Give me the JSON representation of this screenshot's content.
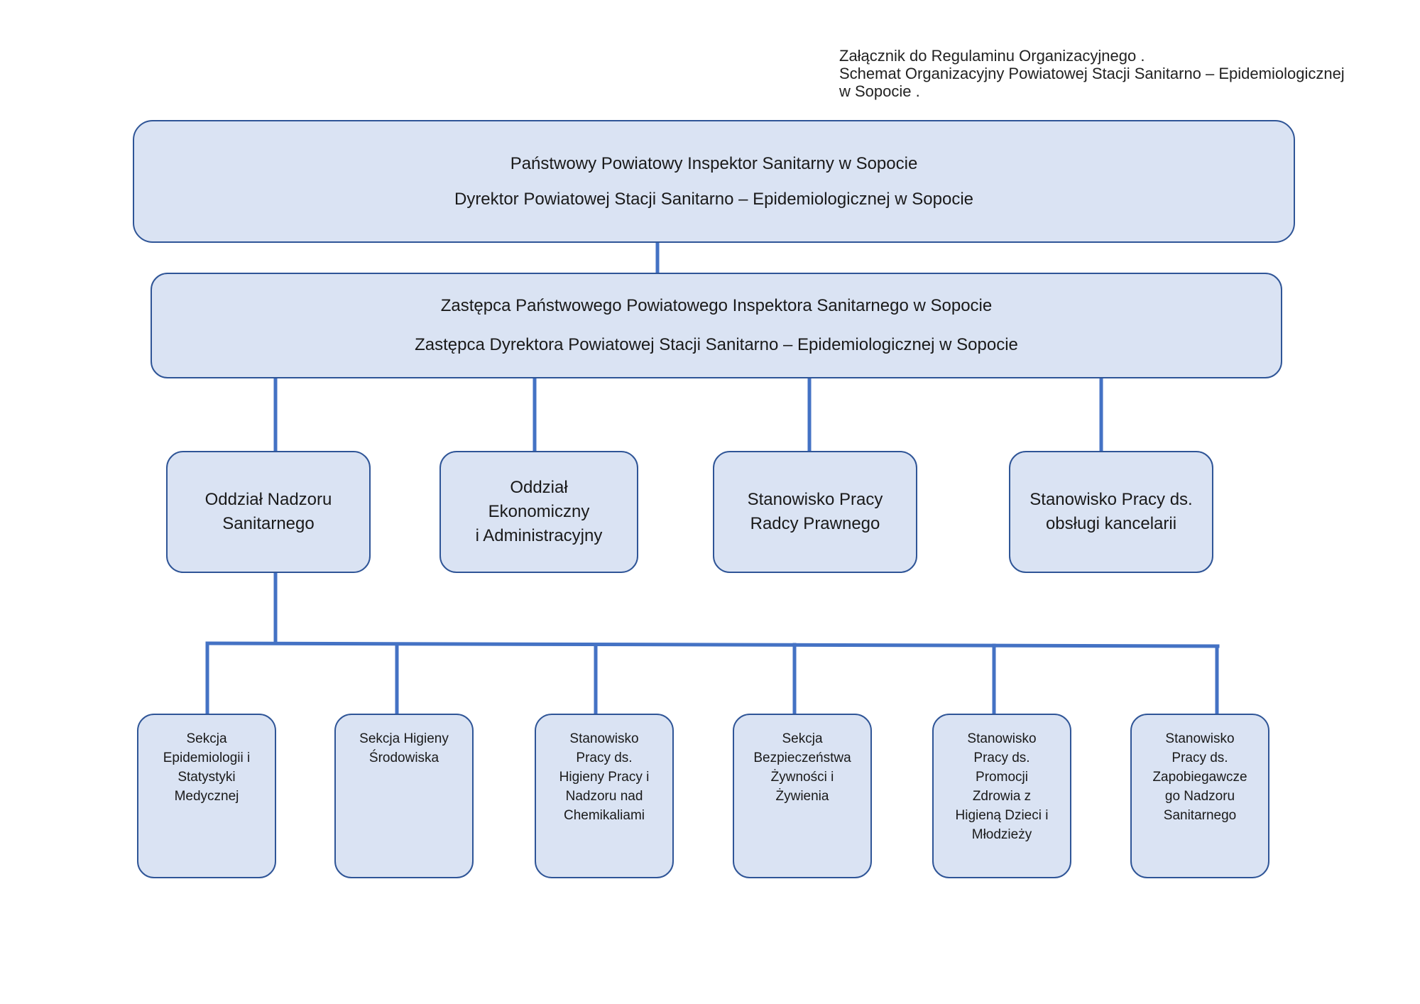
{
  "header_note": [
    "Załącznik do Regulaminu Organizacyjnego .",
    "Schemat Organizacyjny Powiatowej Stacji Sanitarno – Epidemiologicznej",
    "w Sopocie ."
  ],
  "top_box": {
    "line1": "Państwowy Powiatowy Inspektor Sanitarny w Sopocie",
    "line2": "Dyrektor Powiatowej Stacji Sanitarno – Epidemiologicznej w Sopocie"
  },
  "deputy_box": {
    "line1": "Zastępca Państwowego Powiatowego Inspektora Sanitarnego w Sopocie",
    "line2": "Zastępca Dyrektora Powiatowej Stacji Sanitarno – Epidemiologicznej w Sopocie"
  },
  "departments": [
    {
      "lines": [
        "Oddział Nadzoru",
        "Sanitarnego"
      ]
    },
    {
      "lines": [
        "Oddział",
        "Ekonomiczny",
        "i Administracyjny"
      ]
    },
    {
      "lines": [
        "Stanowisko Pracy",
        "Radcy Prawnego"
      ]
    },
    {
      "lines": [
        "Stanowisko Pracy ds.",
        "obsługi kancelarii"
      ]
    }
  ],
  "sections": [
    {
      "lines": [
        "Sekcja",
        "Epidemiologii i",
        "Statystyki",
        "Medycznej"
      ]
    },
    {
      "lines": [
        "Sekcja Higieny",
        "Środowiska"
      ]
    },
    {
      "lines": [
        "Stanowisko",
        "Pracy ds.",
        "Higieny Pracy i",
        "Nadzoru nad",
        "Chemikaliami"
      ]
    },
    {
      "lines": [
        "Sekcja",
        "Bezpieczeństwa",
        "Żywności i",
        "Żywienia"
      ]
    },
    {
      "lines": [
        "Stanowisko",
        "Pracy ds.",
        "Promocji",
        "Zdrowia z",
        "Higieną Dzieci i",
        "Młodzieży"
      ]
    },
    {
      "lines": [
        "Stanowisko",
        "Pracy ds.",
        "Zapobiegawcze",
        "go Nadzoru",
        "Sanitarnego"
      ]
    }
  ],
  "colors": {
    "box_fill": "#dae3f3",
    "box_border": "#2f5597",
    "connector": "#4472c4"
  }
}
